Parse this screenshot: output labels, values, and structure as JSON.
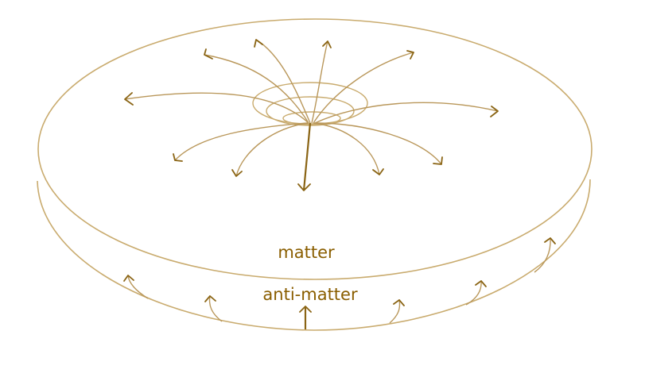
{
  "labels": {
    "upper": "matter",
    "lower": "anti-matter"
  },
  "colors": {
    "outline": "#c9ab6e",
    "flow_line": "#b9975a",
    "arrowhead": "#8a6414",
    "label_text": "#8a5e00"
  },
  "icons": {
    "arrowhead": "open-chevron-arrowhead"
  }
}
